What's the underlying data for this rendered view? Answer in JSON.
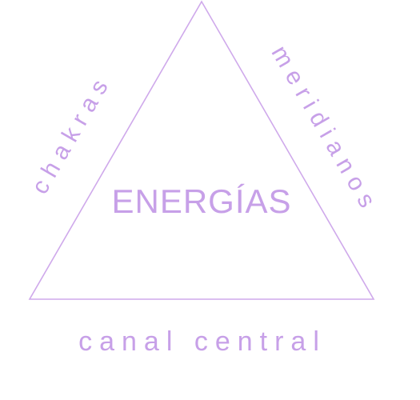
{
  "diagram": {
    "center_label": "ENERGÍAS",
    "left_side_label": "chakras",
    "right_side_label": "meridianos",
    "bottom_label": "canal central"
  },
  "colors": {
    "stroke": "#cfa9eb",
    "text": "#c7a0e8",
    "background": "#ffffff"
  }
}
